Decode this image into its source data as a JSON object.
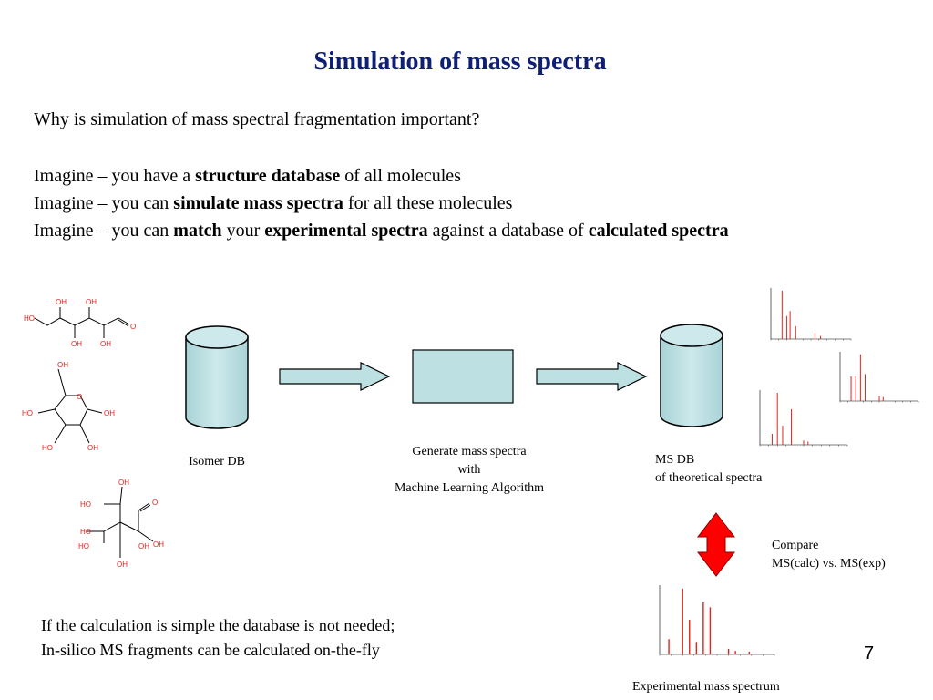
{
  "slide": {
    "title": "Simulation of mass spectra",
    "question": "Why is simulation of mass spectral fragmentation important?",
    "lines": [
      [
        {
          "t": "Imagine – you have a ",
          "b": false
        },
        {
          "t": "structure database",
          "b": true
        },
        {
          "t": " of all molecules",
          "b": false
        }
      ],
      [
        {
          "t": "Imagine – you can ",
          "b": false
        },
        {
          "t": "simulate mass spectra",
          "b": true
        },
        {
          "t": " for all these molecules",
          "b": false
        }
      ],
      [
        {
          "t": "Imagine – you can ",
          "b": false
        },
        {
          "t": "match",
          "b": true
        },
        {
          "t": " your ",
          "b": false
        },
        {
          "t": "experimental spectra",
          "b": true
        },
        {
          "t": " against a database of ",
          "b": false
        },
        {
          "t": "calculated spectra",
          "b": true
        }
      ]
    ],
    "footer": [
      "If the calculation is simple the database is not needed;",
      "In-silico MS fragments can be calculated on-the-fly"
    ],
    "page_number": "7"
  },
  "diagram": {
    "isomer_db_label": "Isomer DB",
    "generate_label": [
      "Generate mass spectra",
      "with",
      "Machine Learning Algorithm"
    ],
    "ms_db_label": [
      "MS DB",
      "of theoretical spectra"
    ],
    "compare_label": [
      "Compare",
      "MS(calc) vs. MS(exp)"
    ],
    "experimental_label": "Experimental mass spectrum",
    "colors": {
      "box_fill": "#bde0e3",
      "arrow_fill": "#bde0e3",
      "double_arrow": "#ff0000",
      "molecule": "#e0241b",
      "spectrum_peaks": "#e0241b",
      "title": "#0f1f73"
    },
    "molecules": [
      {
        "atoms": [
          "HO",
          "OH",
          "OH",
          "OH",
          "OH",
          "O"
        ]
      },
      {
        "atoms": [
          "OH",
          "O",
          "HO",
          "OH",
          "HO",
          "OH"
        ]
      },
      {
        "atoms": [
          "OH",
          "HO",
          "O",
          "HO",
          "OH",
          "HO",
          "OH",
          "OH"
        ]
      }
    ]
  }
}
